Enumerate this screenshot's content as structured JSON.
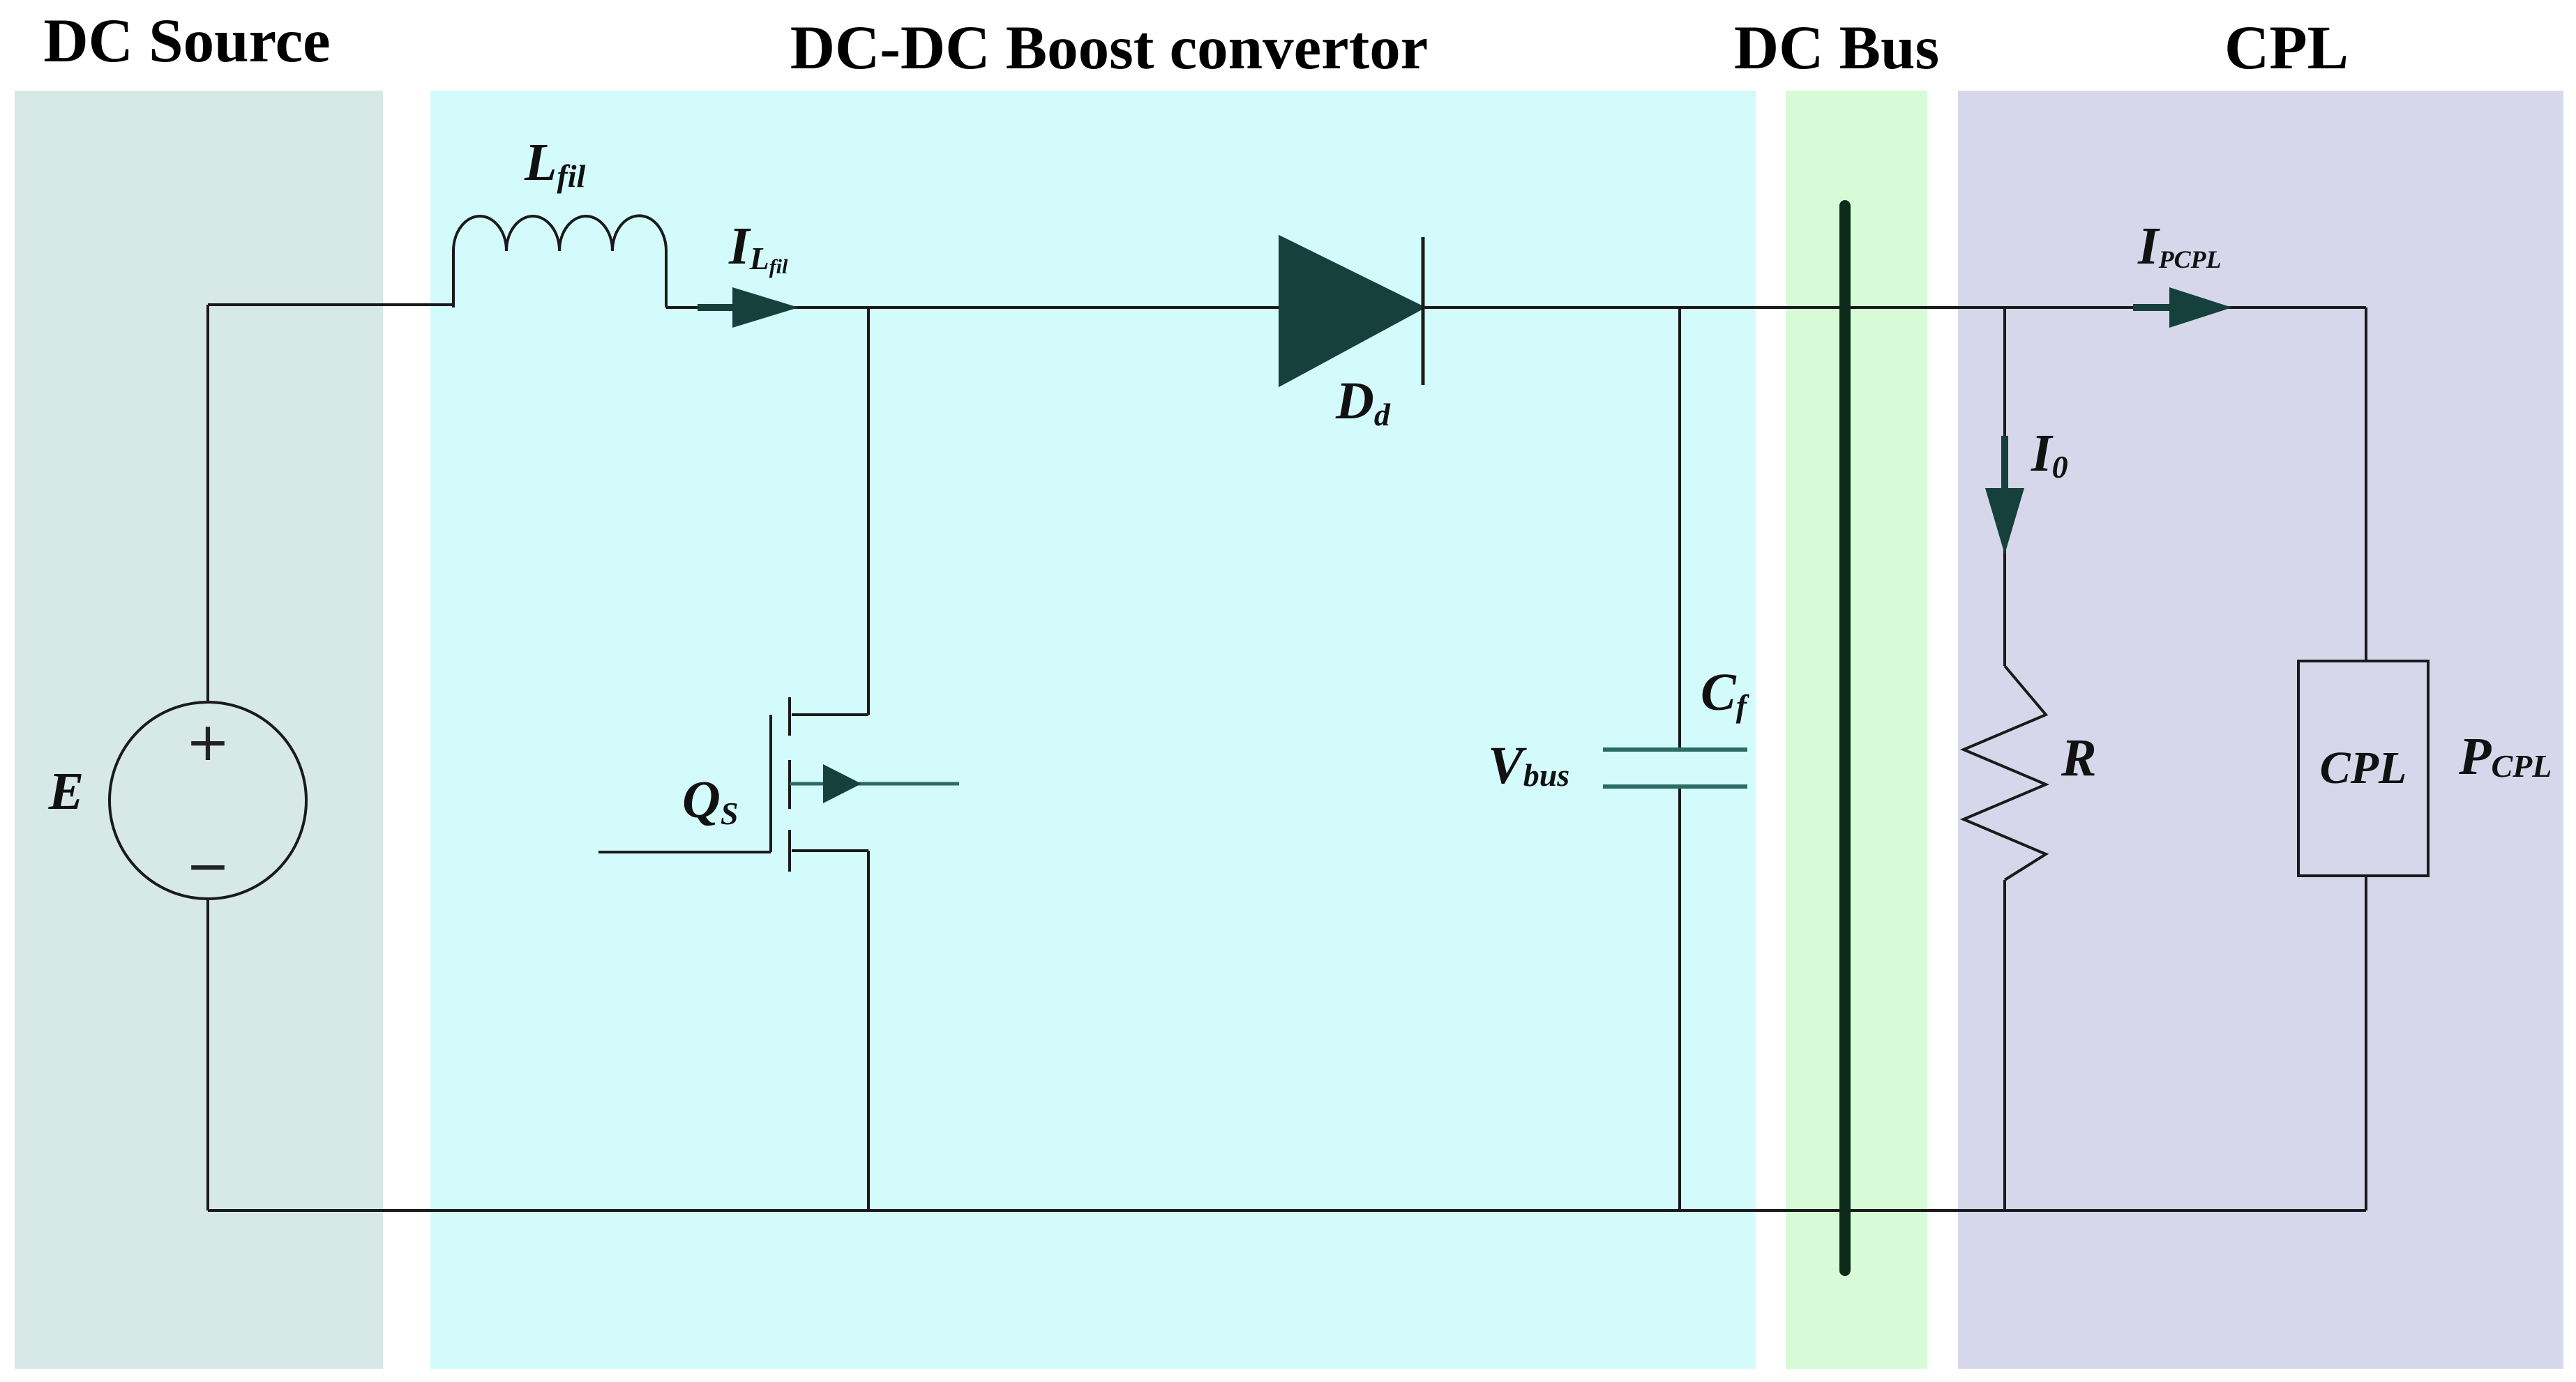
{
  "sections": [
    {
      "id": "dc-source",
      "title": "DC Source",
      "color": "#d6e9e6"
    },
    {
      "id": "boost",
      "title": "DC-DC Boost convertor",
      "color": "#d4fbfb"
    },
    {
      "id": "dc-bus",
      "title": "DC Bus",
      "color": "#d7fbd6"
    },
    {
      "id": "cpl",
      "title": "CPL",
      "color": "#d6d7ea"
    }
  ],
  "components": {
    "source": {
      "label": "E",
      "plus": "+",
      "minus": "−"
    },
    "inductor": {
      "label": "L",
      "sub": "fil"
    },
    "inductor_current": {
      "label": "I",
      "sub": "L",
      "subsub": "fil"
    },
    "diode": {
      "label": "D",
      "sub": "d"
    },
    "switch": {
      "label": "Q",
      "sub": "S"
    },
    "capacitor": {
      "label": "C",
      "sub": "f"
    },
    "bus_voltage": {
      "label": "V",
      "sub": "bus"
    },
    "resistor_current": {
      "label": "I",
      "sub": "0"
    },
    "resistor": {
      "label": "R"
    },
    "cpl_current": {
      "label": "I",
      "sub": "PCPL"
    },
    "cpl_box": {
      "label": "CPL"
    },
    "cpl_power": {
      "label": "P",
      "sub": "CPL"
    }
  },
  "colors": {
    "wire": "#1a1a1a",
    "component_fill": "#15403c",
    "bus_bar": "#0e2a1a"
  }
}
